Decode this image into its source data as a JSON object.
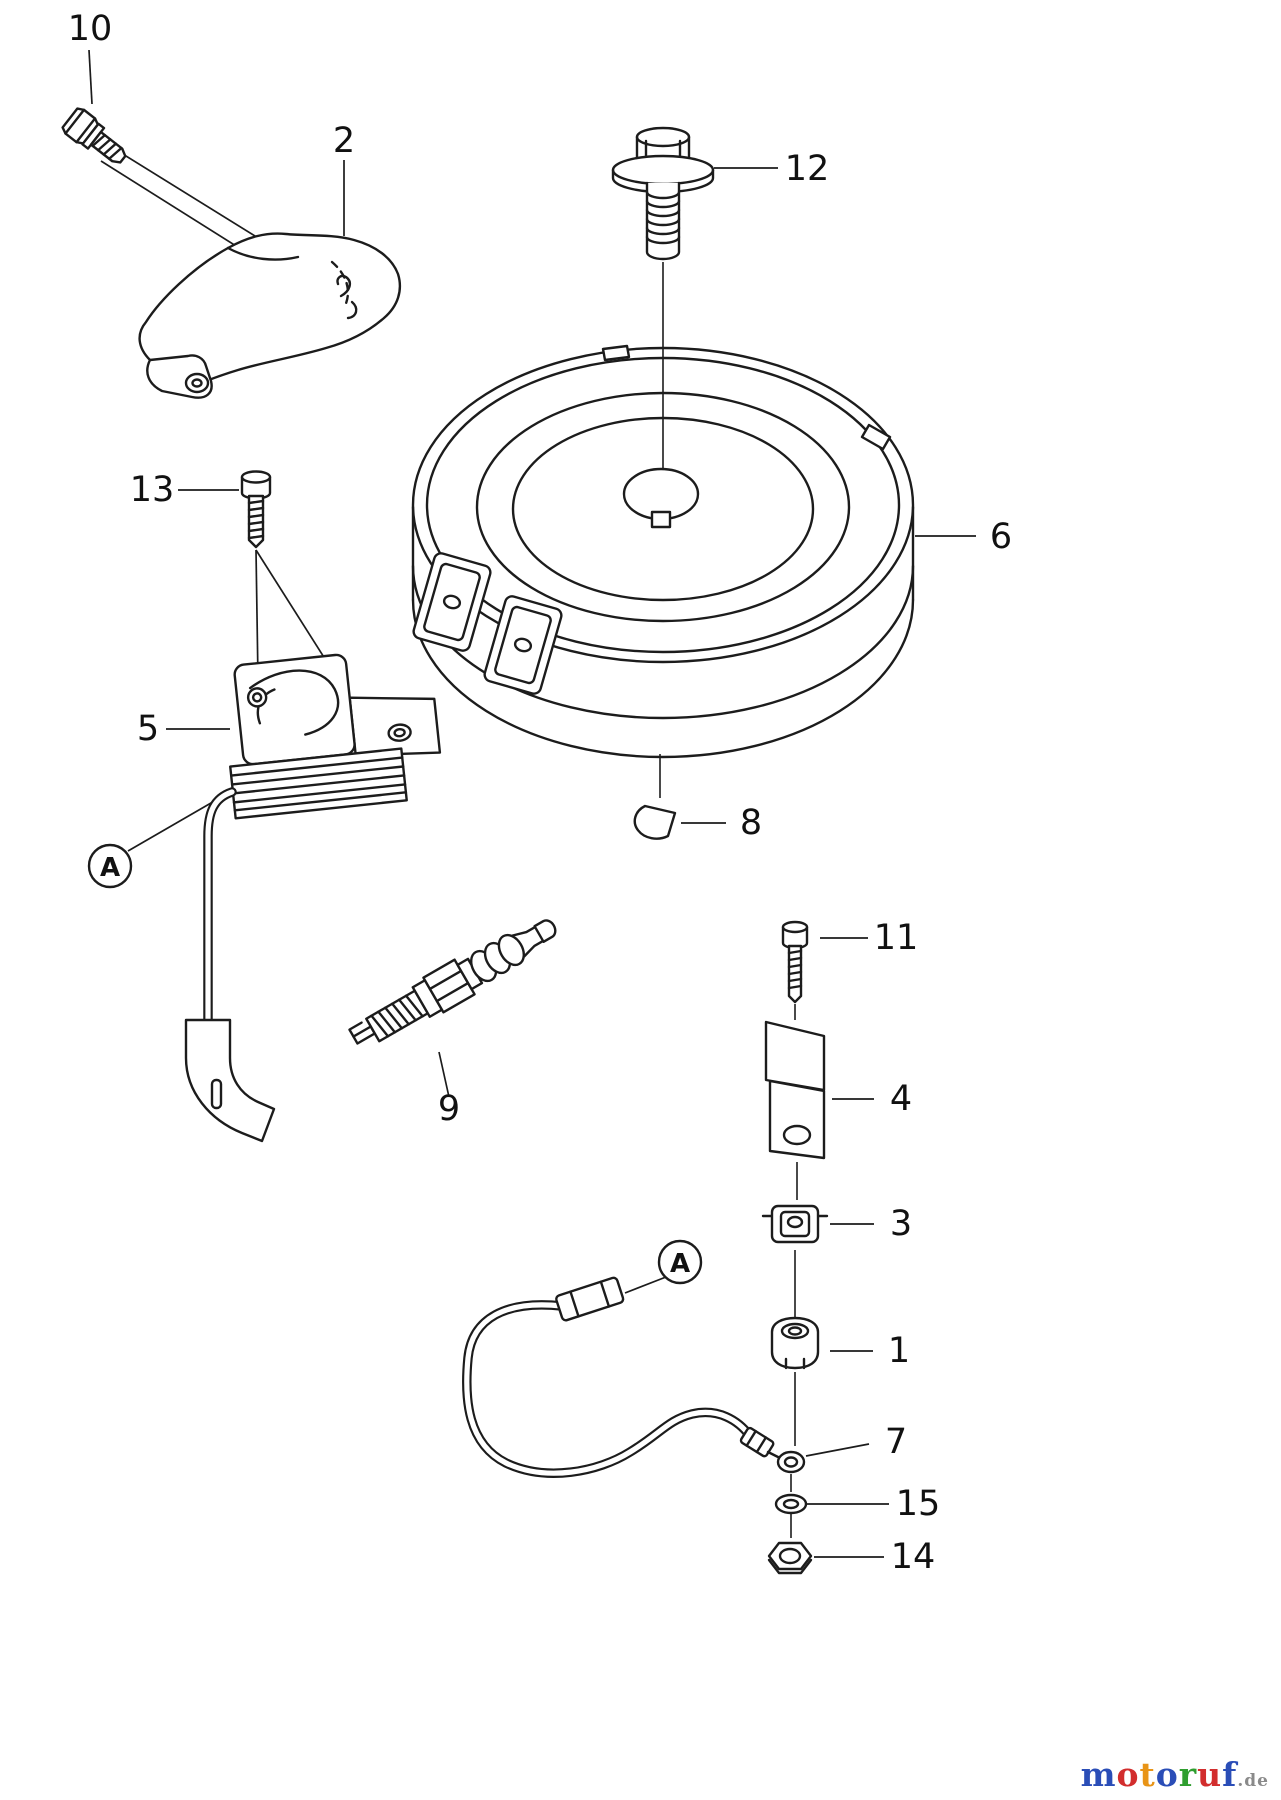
{
  "figure": {
    "type": "exploded-parts-diagram",
    "background": "#ffffff",
    "line_color": "#1c1c1c"
  },
  "callouts": {
    "n1": {
      "text": "1"
    },
    "n2": {
      "text": "2"
    },
    "n3": {
      "text": "3"
    },
    "n4": {
      "text": "4"
    },
    "n5": {
      "text": "5"
    },
    "n6": {
      "text": "6"
    },
    "n7": {
      "text": "7"
    },
    "n8": {
      "text": "8"
    },
    "n9": {
      "text": "9"
    },
    "n10": {
      "text": "10"
    },
    "n11": {
      "text": "11"
    },
    "n12": {
      "text": "12"
    },
    "n13": {
      "text": "13"
    },
    "n14": {
      "text": "14"
    },
    "n15": {
      "text": "15"
    },
    "refA1": {
      "text": "A"
    },
    "refA2": {
      "text": "A"
    }
  },
  "watermark": {
    "letters": [
      {
        "ch": "m",
        "color": "#2a4db7"
      },
      {
        "ch": "o",
        "color": "#d22d2d"
      },
      {
        "ch": "t",
        "color": "#e89417"
      },
      {
        "ch": "o",
        "color": "#2a4db7"
      },
      {
        "ch": "r",
        "color": "#2f9e2f"
      },
      {
        "ch": "u",
        "color": "#d22d2d"
      },
      {
        "ch": "f",
        "color": "#2a4db7"
      },
      {
        "ch": ".de",
        "color": "#8a8a8a"
      }
    ]
  }
}
